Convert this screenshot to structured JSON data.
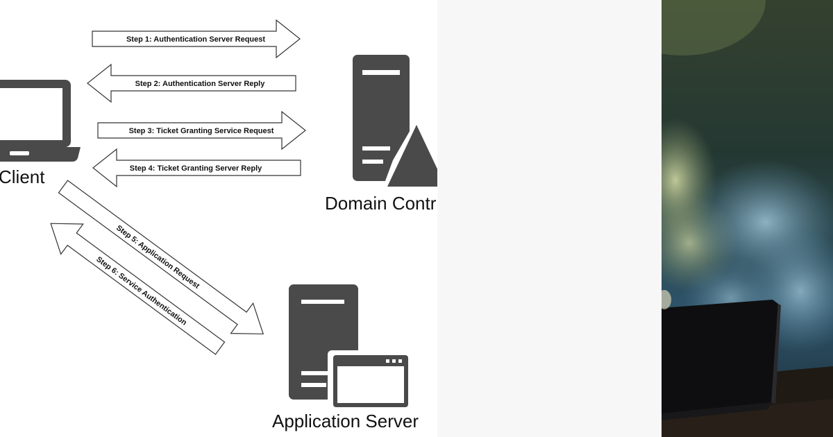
{
  "diagram": {
    "nodes": {
      "client": {
        "label": "Client",
        "icon": "laptop-icon"
      },
      "domain_controller": {
        "label": "Domain Contr",
        "icon": "domain-controller-server-icon"
      },
      "application_server": {
        "label": "Application Server",
        "icon": "application-server-icon"
      }
    },
    "steps": [
      {
        "label": "Step 1: Authentication Server Request"
      },
      {
        "label": "Step 2: Authentication Server Reply"
      },
      {
        "label": "Step 3: Ticket Granting Service Request"
      },
      {
        "label": "Step 4: Ticket Granting Server Reply"
      },
      {
        "label": "Step 5: Application Request"
      },
      {
        "label": "Step 6: Service Authentication"
      }
    ],
    "colors": {
      "icon": "#4a4a4a",
      "arrow_stroke": "#333333",
      "arrow_fill": "#ffffff"
    }
  },
  "photo": {
    "subject": "laptop on dark desk with teal and olive smoke background"
  }
}
